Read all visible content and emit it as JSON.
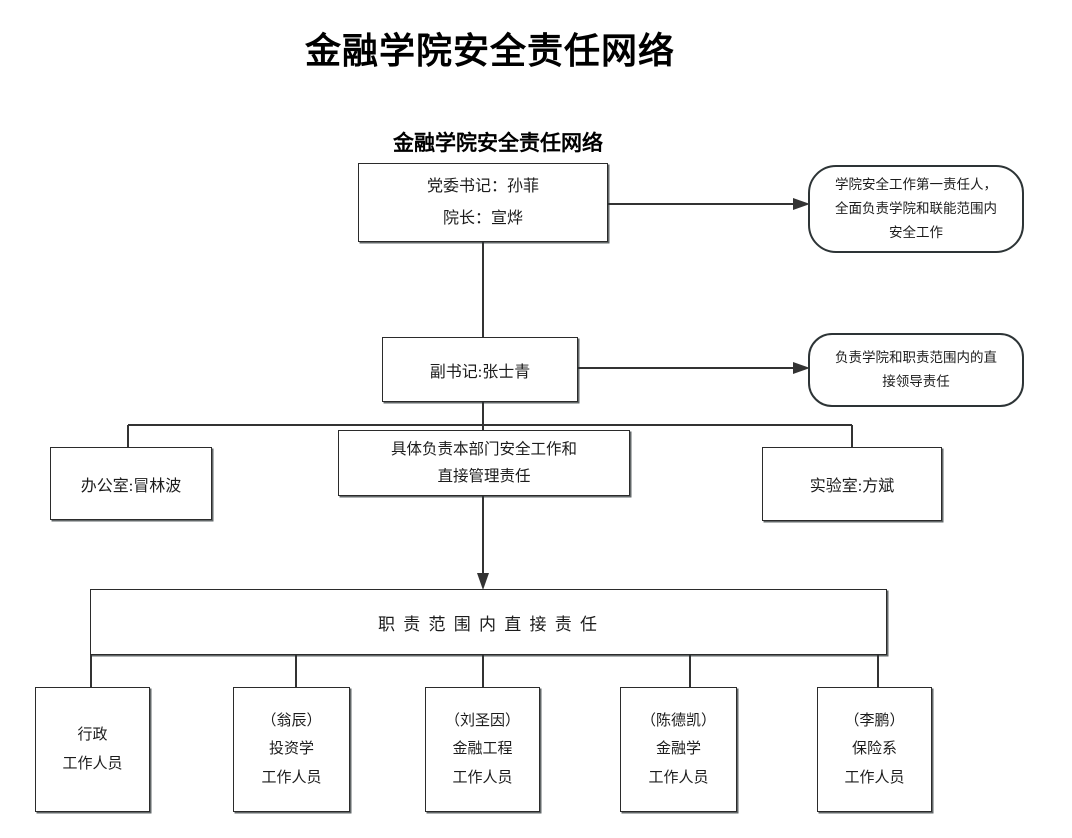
{
  "page": {
    "title": "金融学院安全责任网络"
  },
  "diagram": {
    "title": "金融学院安全责任网络",
    "nodes": {
      "leader": {
        "text": "党委书记：孙菲\n院长：宣烨"
      },
      "leader_note": {
        "text": "学院安全工作第一责任人，\n全面负责学院和联能范围内\n安全工作"
      },
      "deputy": {
        "text": "副书记:张士青"
      },
      "deputy_note": {
        "text": "负责学院和职责范围内的直\n接领导责任"
      },
      "office": {
        "text": "办公室:冒林波"
      },
      "duty": {
        "text": "具体负责本部门安全工作和\n直接管理责任"
      },
      "lab": {
        "text": "实验室:方斌"
      },
      "direct_bar": {
        "text": "职 责 范 围 内 直 接 责 任"
      },
      "staff": [
        {
          "text": "行政\n工作人员"
        },
        {
          "text": "（翁辰）\n投资学\n工作人员"
        },
        {
          "text": "（刘圣因）\n金融工程\n工作人员"
        },
        {
          "text": "（陈德凯）\n金融学\n工作人员"
        },
        {
          "text": "（李鹏）\n保险系\n工作人员"
        }
      ]
    },
    "colors": {
      "line": "#333333",
      "border": "#2b2b2b",
      "background": "#ffffff",
      "text": "#1c1c1c"
    }
  }
}
